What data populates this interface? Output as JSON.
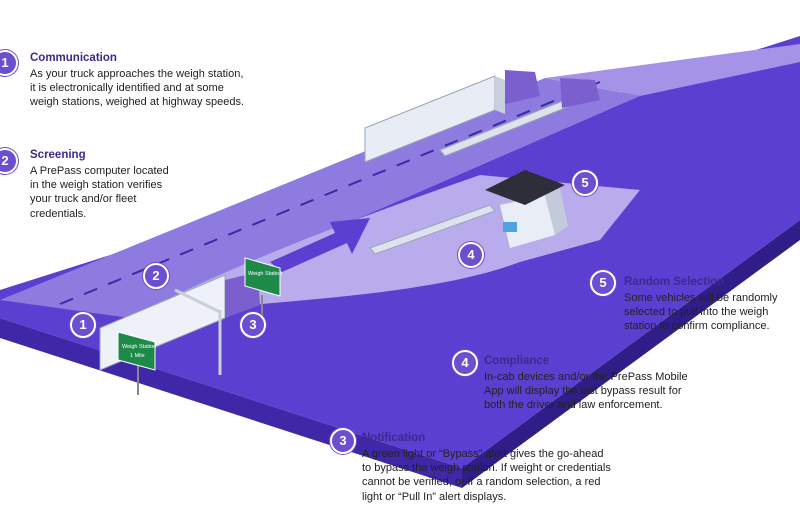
{
  "steps": [
    {
      "number": "1",
      "title": "Communication",
      "text": "As your truck approaches the weigh station,\nit is electronically identified and at some\nweigh stations, weighed at highway speeds."
    },
    {
      "number": "2",
      "title": "Screening",
      "text": "A PrePass computer located\nin the weigh station verifies\nyour truck and/or fleet\ncredentials."
    },
    {
      "number": "5",
      "title": "Random Selection",
      "text": "Some vehicles will be randomly\nselected to pull into the weigh\nstation to confirm compliance."
    },
    {
      "number": "4",
      "title": "Compliance",
      "text": "In-cab devices and/or the PrePass Mobile\nApp will display the last bypass result for\nboth the driver and law enforcement."
    },
    {
      "number": "3",
      "title": "Notification",
      "text": "A green light or “Bypass” alert gives the go-ahead\nto bypass the weigh station. If weight or credentials\ncannot be verified, or if a random selection, a red\nlight or “Pull In” alert displays."
    }
  ],
  "scene": {
    "markers": [
      "1",
      "2",
      "3",
      "4",
      "5"
    ],
    "sign_left": "Weigh Station\n1 Mile",
    "sign_right": "Weigh Station"
  },
  "colors": {
    "road_dark": "#5b3fd0",
    "road_mid": "#8e7be0",
    "road_light": "#b9acec",
    "accent": "#6a4fd0",
    "sign_green": "#1e8a4a",
    "title_text": "#3a2a8c"
  }
}
